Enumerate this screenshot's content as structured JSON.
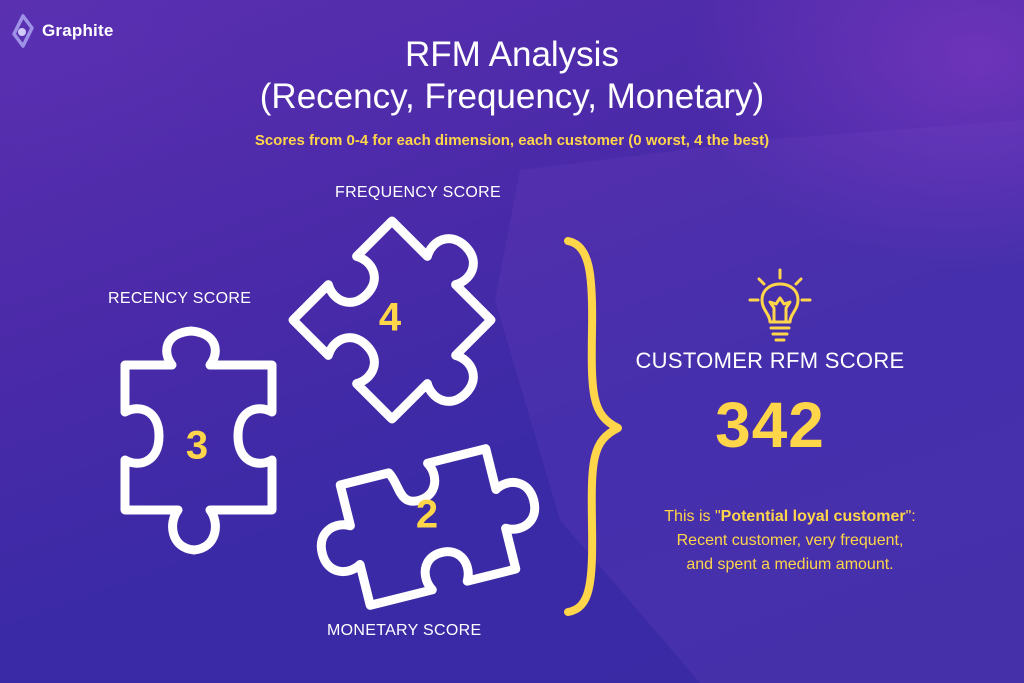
{
  "brand": {
    "name": "Graphite",
    "logo_icon": "graphite-diamond-logo-icon"
  },
  "header": {
    "title_line1": "RFM Analysis",
    "title_line2": "(Recency, Frequency, Monetary)",
    "subtitle": "Scores from 0-4 for each dimension, each customer (0 worst, 4 the best)"
  },
  "pieces": {
    "recency": {
      "label": "RECENCY SCORE",
      "score": "3",
      "icon": "puzzle-piece-icon"
    },
    "frequency": {
      "label": "FREQUENCY SCORE",
      "score": "4",
      "icon": "puzzle-piece-icon"
    },
    "monetary": {
      "label": "MONETARY SCORE",
      "score": "2",
      "icon": "puzzle-piece-icon"
    }
  },
  "result": {
    "icon": "lightbulb-icon",
    "label": "CUSTOMER RFM SCORE",
    "value": "342",
    "description_prefix": "This is \"",
    "segment": "Potential loyal customer",
    "description_suffix": "\":",
    "description_line2": "Recent customer, very frequent,",
    "description_line3": "and spent a medium amount."
  },
  "colors": {
    "accent_yellow": "#ffd54a",
    "background_purple": "#3b2aa6",
    "text_white": "#ffffff"
  }
}
